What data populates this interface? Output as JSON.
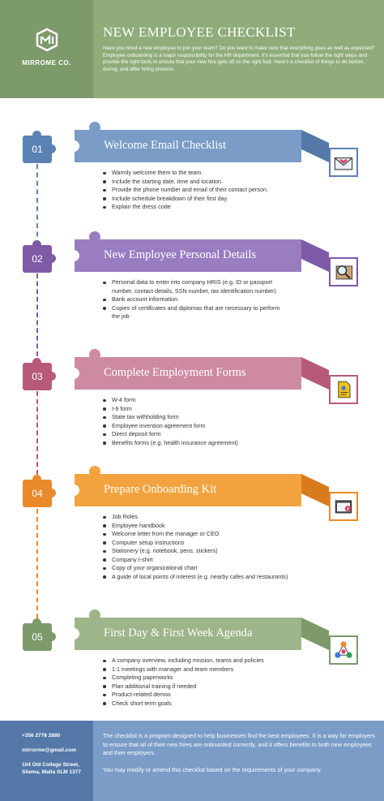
{
  "header": {
    "company": "MIRROME CO.",
    "title": "NEW EMPLOYEE CHECKLIST",
    "intro": "Have you hired a new employee to join your team? Do you want to make sure that everything goes as well as expected? Employee onboarding is a major responsibility for the HR department. It's essential that you follow the right steps and provide the right tools to ensure that your new hire gets off on the right foot. Here's a checklist of things to do before, during, and after hiring process:"
  },
  "colors": {
    "blue": "#5b82b4",
    "purple": "#7f5aa6",
    "rose": "#b75a7a",
    "orange": "#e98a2c",
    "green": "#7d9a6b"
  },
  "sections": [
    {
      "number": "01",
      "title": "Welcome Email Checklist",
      "icon": "email-heart-icon",
      "items": [
        "Warmly welcome them to the team.",
        "Include the starting date, time and location.",
        "Provide the phone number and email of their contact person.",
        "Include schedule breakdown of their first day.",
        "Explain the dress code"
      ]
    },
    {
      "number": "02",
      "title": "New Employee Personal Details",
      "icon": "magnifier-folder-icon",
      "items": [
        "Personal data to enter into company HRIS (e.g. ID or passport number, contact details, SSN number, tax identification number)",
        "Bank account information",
        "Copies of certificates and diplomas that are necessary to perform the job"
      ]
    },
    {
      "number": "03",
      "title": "Complete Employment Forms",
      "icon": "document-form-icon",
      "items": [
        "W-4 form",
        "I-9 form",
        "State tax withholding form",
        "Employee invention agreement form",
        "Direct deposit form",
        "Benefits forms (e.g. health insurance agreement)"
      ]
    },
    {
      "number": "04",
      "title": "Prepare Onboarding Kit",
      "icon": "folder-kit-icon",
      "items": [
        "Job Roles",
        "Employee handbook",
        "Welcome letter from the manager or CEO",
        "Computer setup instructions",
        "Stationery (e.g. notebook, pens, stickers)",
        "Company t-shirt",
        "Copy of your organizational chart",
        "A guide of local points of interest (e.g. nearby cafes and restaurants)"
      ]
    },
    {
      "number": "05",
      "title": "First Day & First Week Agenda",
      "icon": "team-network-icon",
      "items": [
        "A company overview, including mission, teams and policies",
        "1:1 meetings with manager and team members",
        "Completing paperworks",
        "Plan additional training if needed",
        "Product-related demos",
        "Check short term goals"
      ]
    }
  ],
  "footer": {
    "phone": "+356 2778 2880",
    "email": "mirrorme@gmail.com",
    "address": "104 Old College Street, Sliema, Malta SLM 1377",
    "paragraph1": "The checklist is a program designed to help businesses find the best employees. It is a way for employers to ensure that all of their new hires are onboarded correctly, and it offers benefits to both new employees and their employers.",
    "paragraph2": "You may modify or amend this checklist based on the requirements of your company."
  }
}
